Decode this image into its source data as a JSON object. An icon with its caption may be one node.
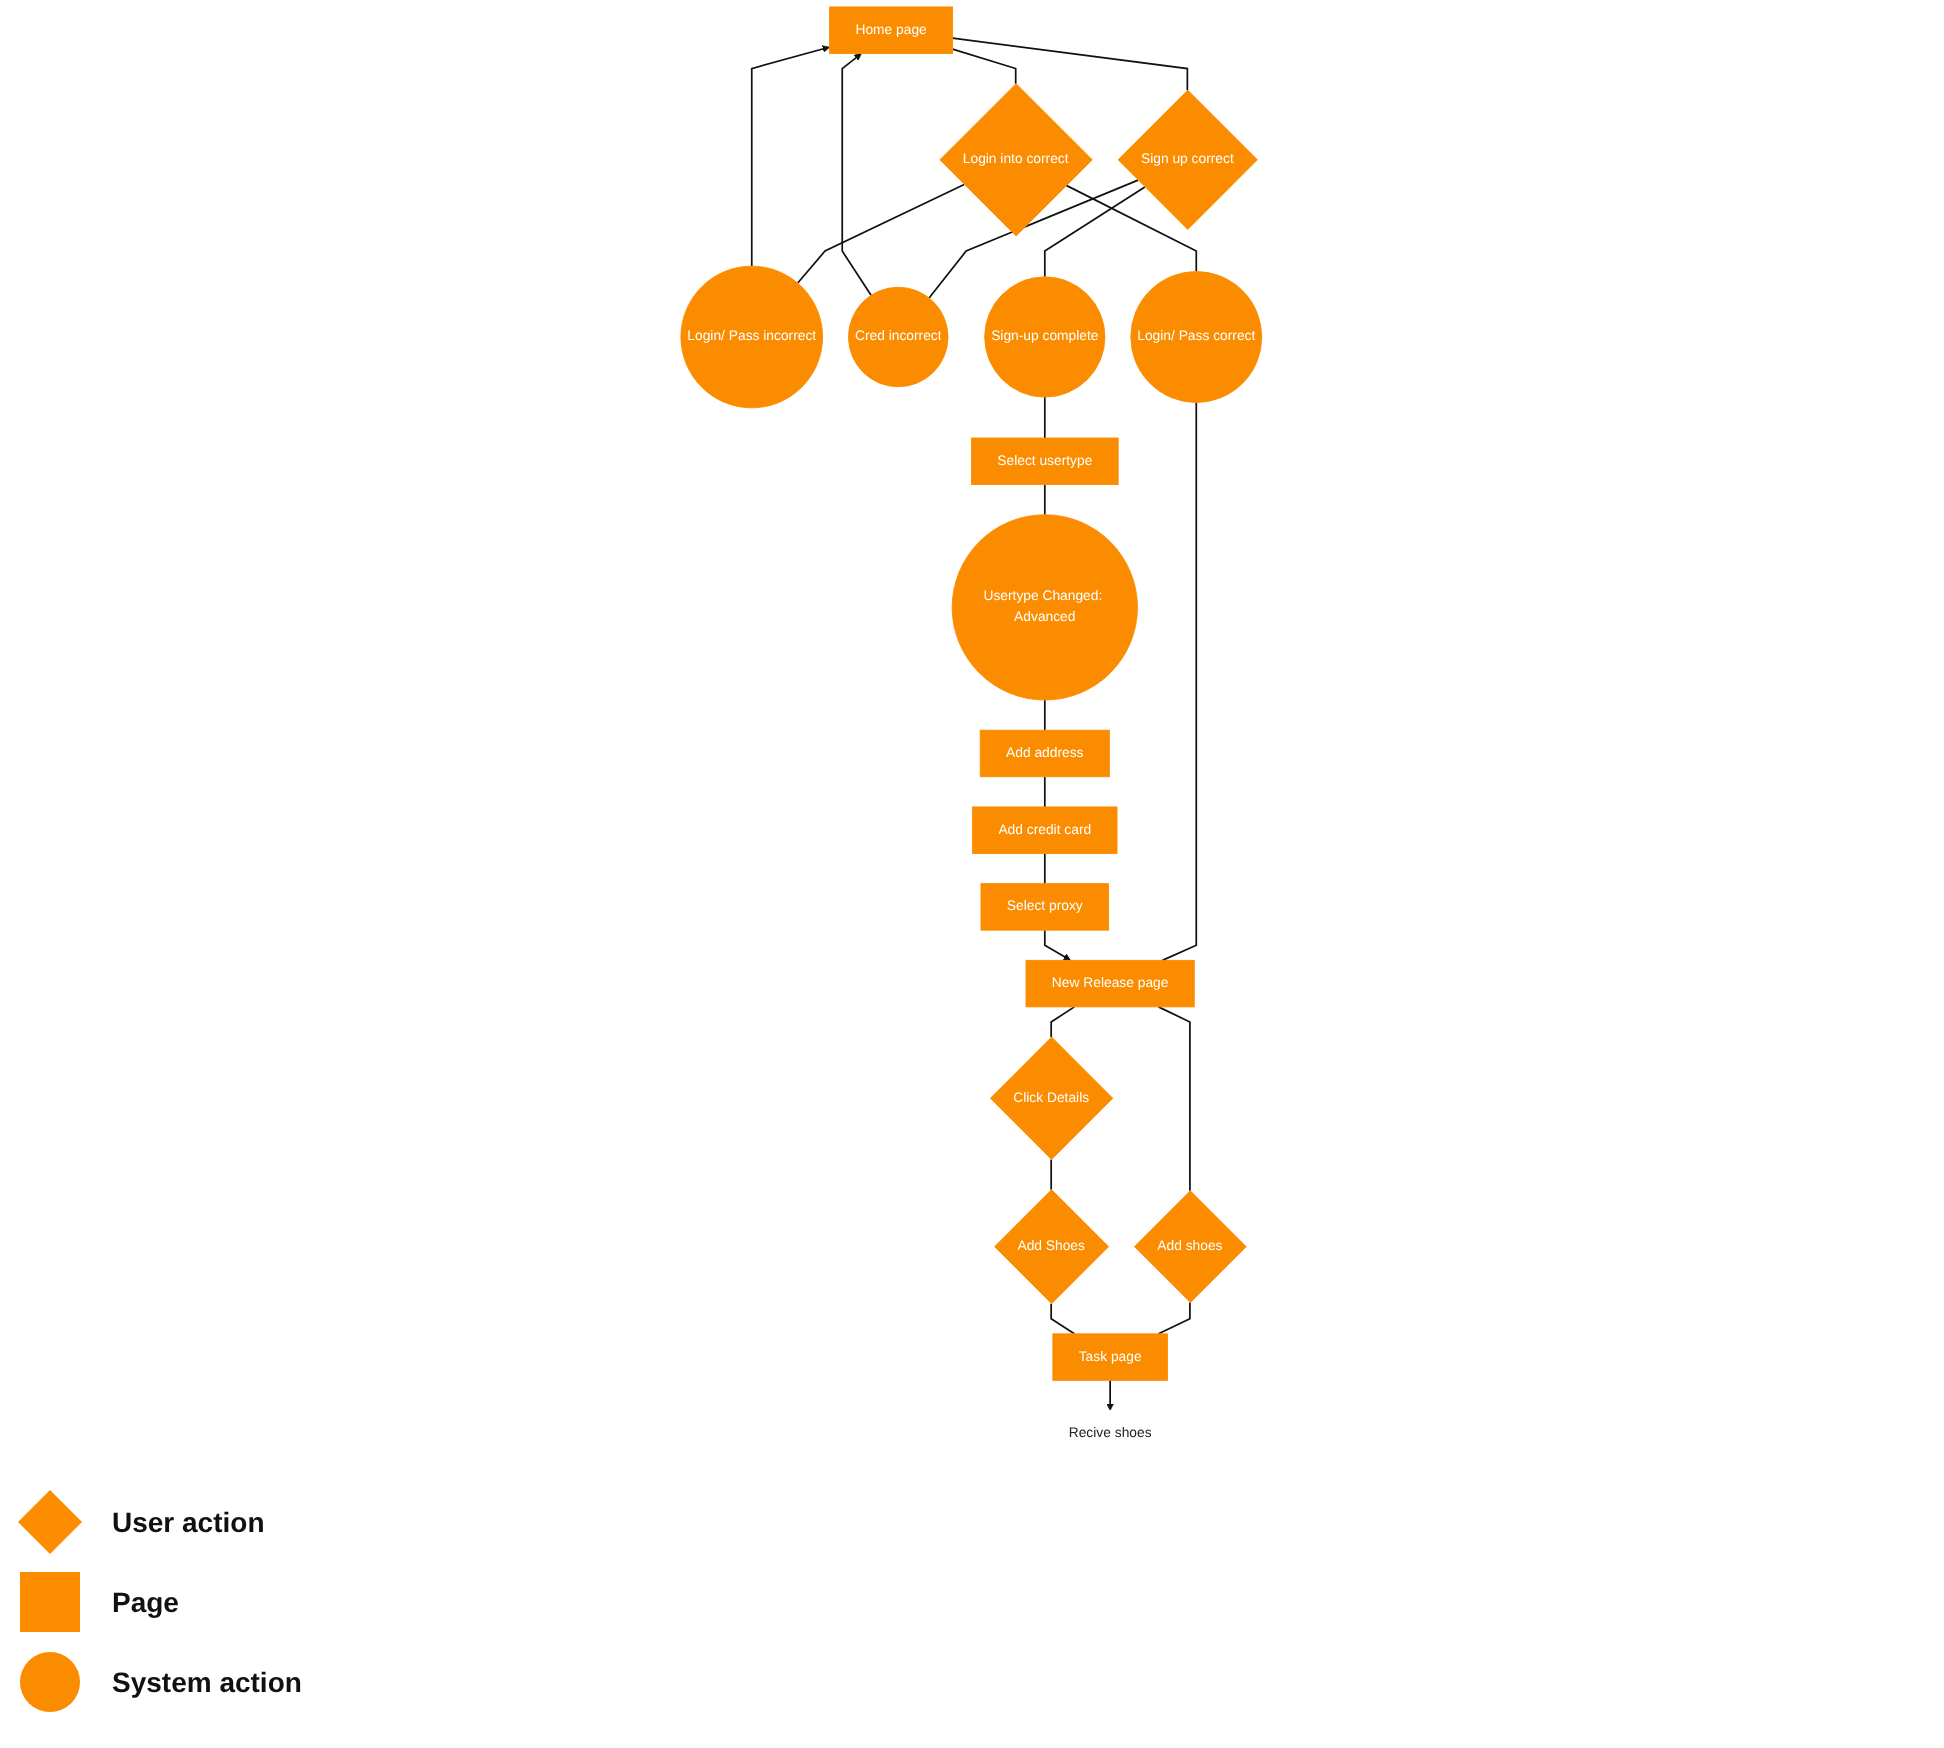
{
  "diagram": {
    "nodes": [
      {
        "text": [
          "Home page"
        ]
      },
      {
        "text": [
          "Login/ Pass incorrect"
        ]
      },
      {
        "text": [
          "Login into correct"
        ]
      },
      {
        "text": [
          "Sign up correct"
        ]
      },
      {
        "text": [
          "Cred incorrect"
        ]
      },
      {
        "text": [
          "Login/ Pass correct"
        ]
      },
      {
        "text": [
          "Sign-up complete"
        ]
      },
      {
        "text": [
          "Task page"
        ]
      },
      {
        "text": [
          "Add shoes"
        ]
      },
      {
        "text": [
          "New Release page"
        ]
      },
      {
        "text": [
          "Select usertype"
        ]
      },
      {
        "text": [
          "Add Shoes"
        ]
      },
      {
        "text": [
          "Click Details"
        ]
      },
      {
        "text": [
          "Usertype Changed: Advanced"
        ]
      },
      {
        "text": [
          "Add address"
        ]
      },
      {
        "text": [
          "Add credit card"
        ]
      },
      {
        "text": [
          "Select proxy"
        ]
      },
      {
        "text": [
          "Recive shoes"
        ]
      }
    ],
    "edges": [
      {
        "from": 0,
        "to": 2,
        "arrow": "none"
      },
      {
        "from": 0,
        "to": 3,
        "arrow": "none"
      },
      {
        "from": 1,
        "to": 0,
        "arrow": "to"
      },
      {
        "from": 4,
        "to": 0,
        "arrow": "to"
      },
      {
        "from": 2,
        "to": 1,
        "arrow": "none"
      },
      {
        "from": 3,
        "to": 4,
        "arrow": "none"
      },
      {
        "from": 2,
        "to": 5,
        "arrow": "none"
      },
      {
        "from": 3,
        "to": 6,
        "arrow": "none"
      },
      {
        "from": 5,
        "to": 9,
        "arrow": "none"
      },
      {
        "from": 6,
        "to": 10,
        "arrow": "none"
      },
      {
        "from": 10,
        "to": 13,
        "arrow": "none"
      },
      {
        "from": 13,
        "to": 14,
        "arrow": "none"
      },
      {
        "from": 14,
        "to": 15,
        "arrow": "none"
      },
      {
        "from": 15,
        "to": 16,
        "arrow": "none"
      },
      {
        "from": 16,
        "to": 9,
        "arrow": "to"
      },
      {
        "from": 9,
        "to": 8,
        "arrow": "none"
      },
      {
        "from": 9,
        "to": 12,
        "arrow": "none"
      },
      {
        "from": 12,
        "to": 11,
        "arrow": "none"
      },
      {
        "from": 8,
        "to": 7,
        "arrow": "none"
      },
      {
        "from": 11,
        "to": 7,
        "arrow": "none"
      },
      {
        "from": 7,
        "to": 17,
        "arrow": "to"
      }
    ],
    "legend": [
      {
        "text": "User action"
      },
      {
        "text": "Page"
      },
      {
        "text": "System action"
      }
    ]
  }
}
